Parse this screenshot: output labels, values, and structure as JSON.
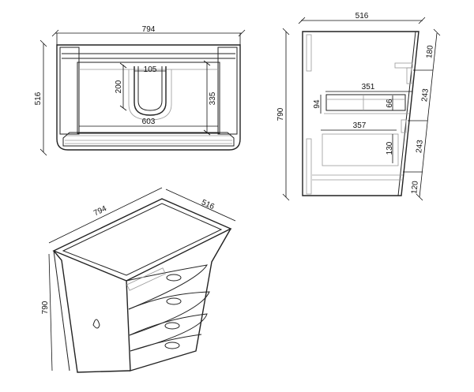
{
  "top_view": {
    "width": "794",
    "depth": "516",
    "siphon_width": "105",
    "siphon_depth": "200",
    "inner_depth": "335",
    "inner_width": "603"
  },
  "side_view": {
    "depth": "516",
    "height": "790",
    "front_top": "180",
    "front_drawer_1": "243",
    "front_drawer_2": "243",
    "front_bottom": "120",
    "upper_drawer_depth": "351",
    "upper_drawer_height_outer": "94",
    "upper_drawer_height_inner": "66",
    "lower_drawer_depth": "357",
    "lower_drawer_height": "130"
  },
  "iso_view": {
    "width": "794",
    "depth": "516",
    "height": "790"
  }
}
